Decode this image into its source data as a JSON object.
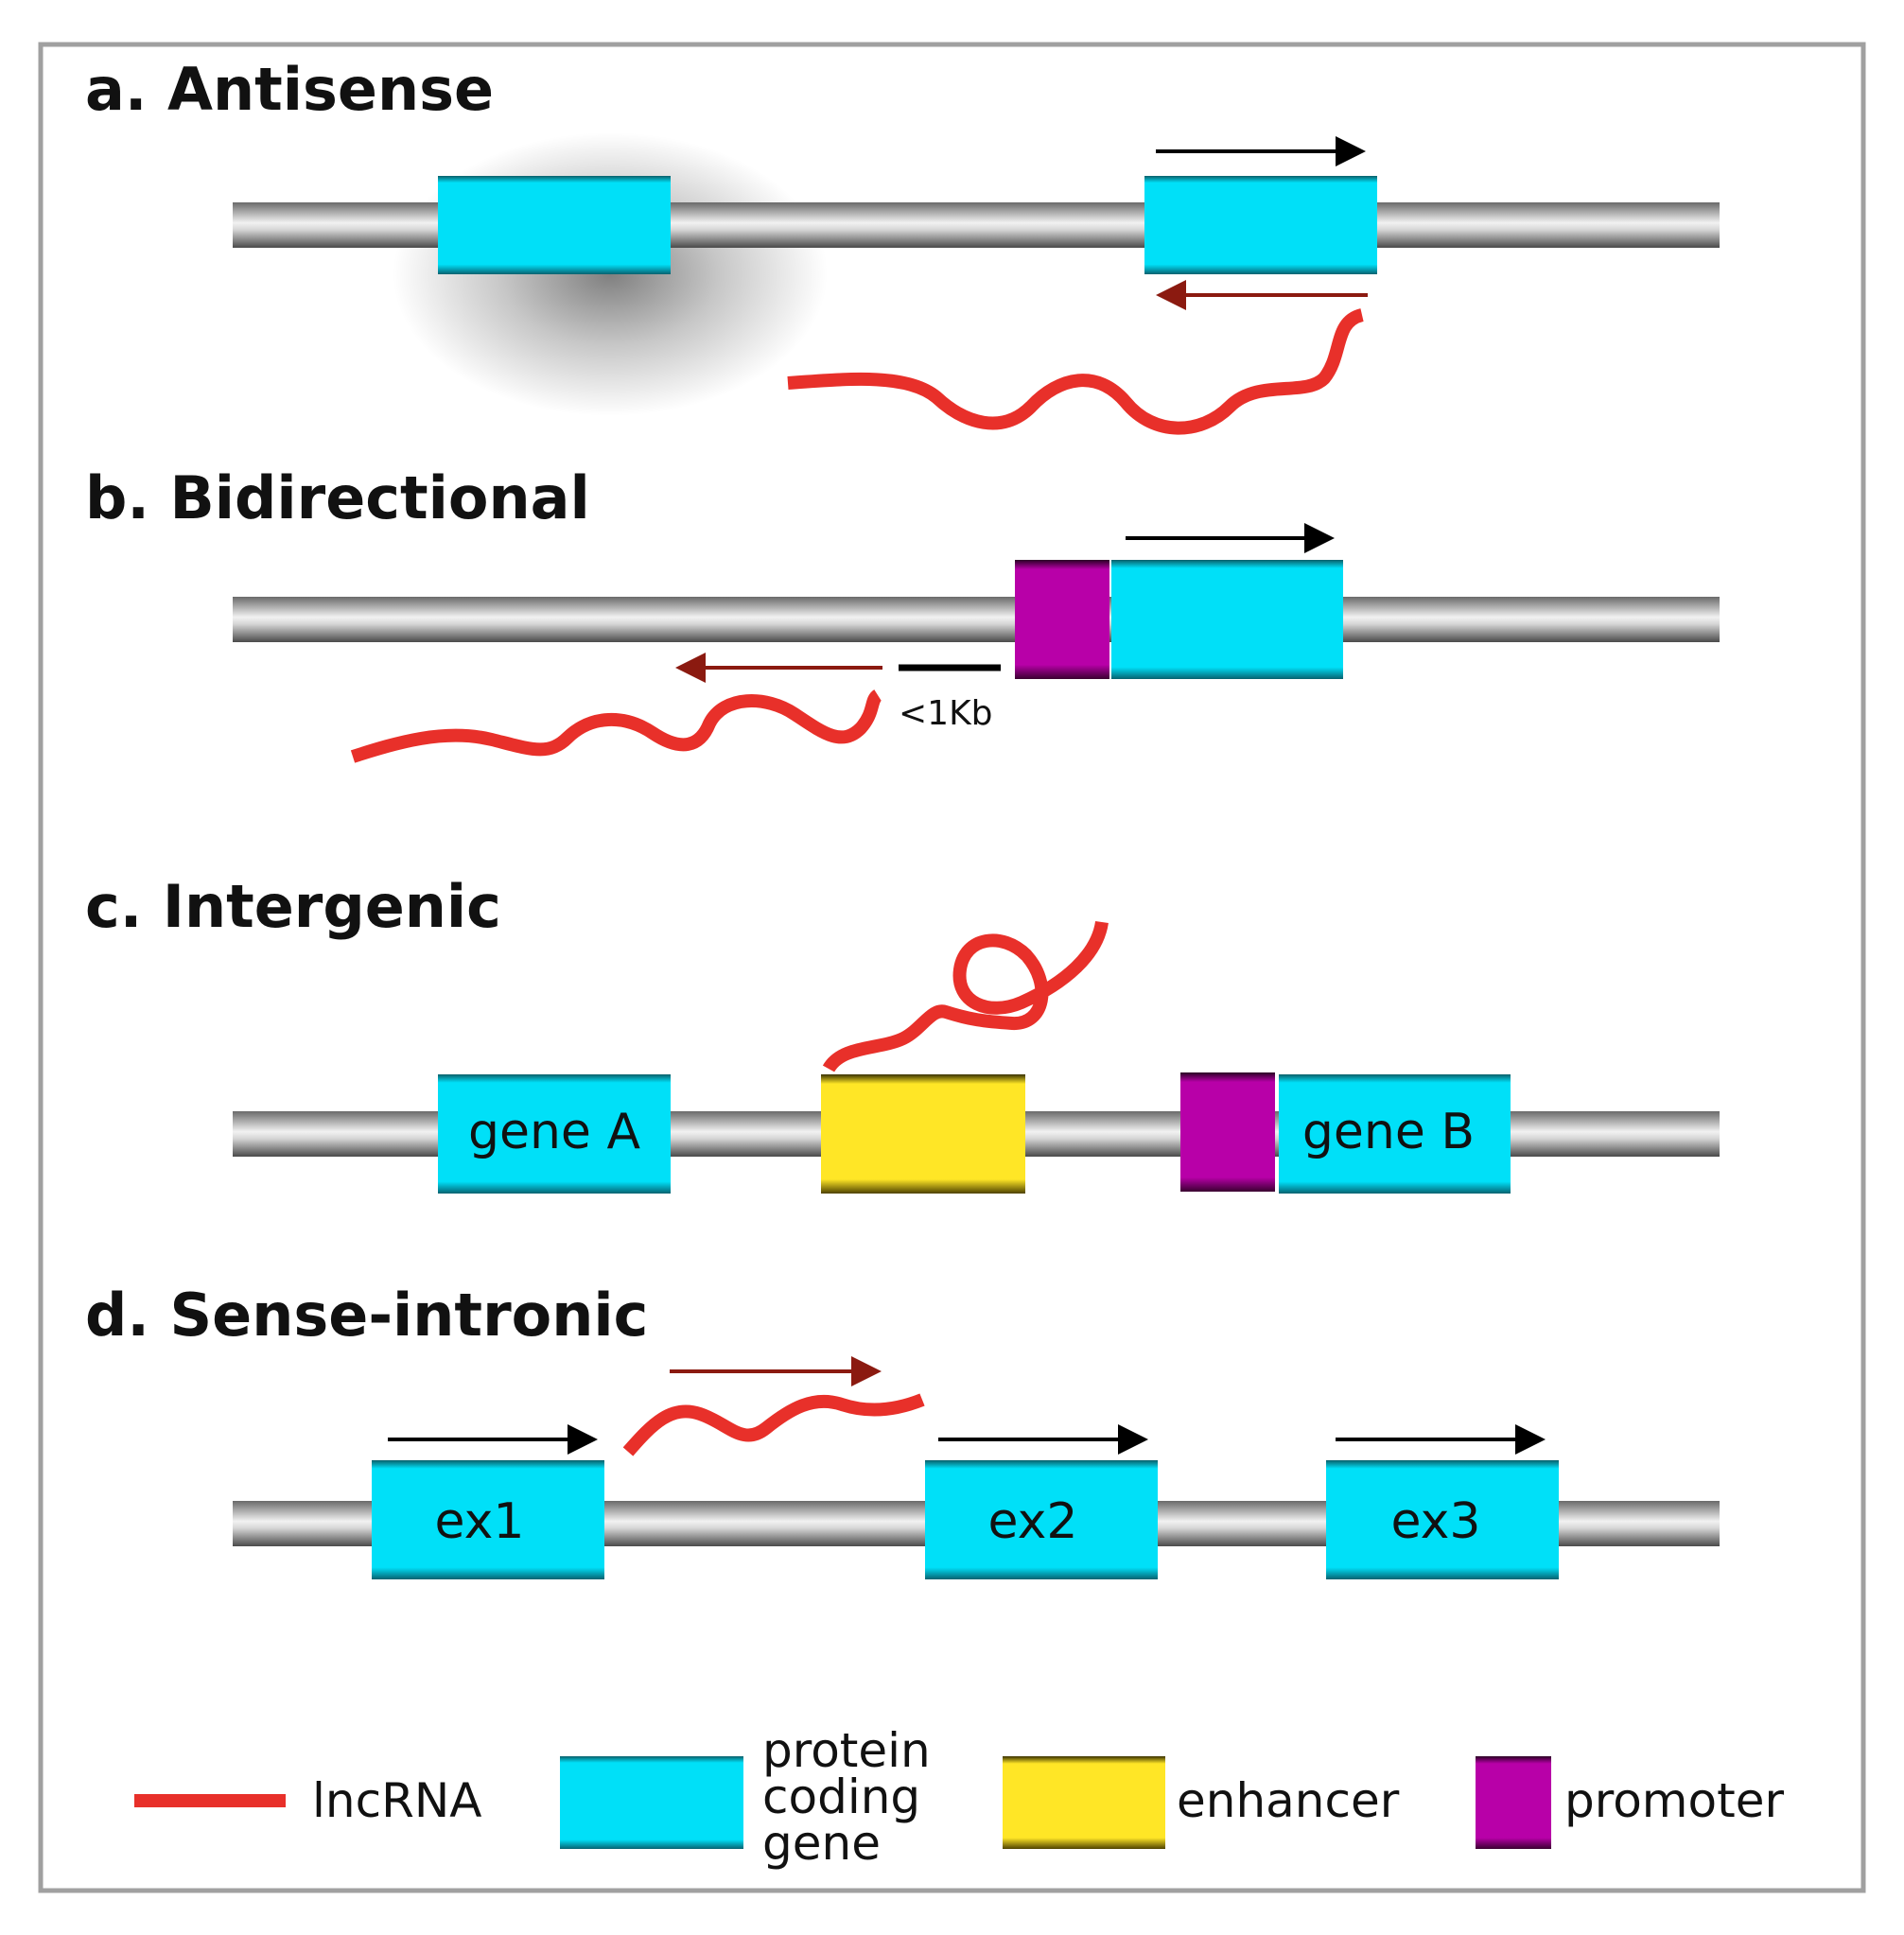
{
  "panels": {
    "a": {
      "title": "a. Antisense"
    },
    "b": {
      "title": "b. Bidirectional",
      "distance_label": "<1Kb"
    },
    "c": {
      "title": "c. Intergenic",
      "gene_a": "gene A",
      "gene_b": "gene B"
    },
    "d": {
      "title": "d. Sense-intronic",
      "exon1": "ex1",
      "exon2": "ex2",
      "exon3": "ex3"
    }
  },
  "legend": {
    "lncrna": "lncRNA",
    "protein_coding_line1": "protein",
    "protein_coding_line2": "coding",
    "protein_coding_line3": "gene",
    "enhancer": "enhancer",
    "promoter": "promoter"
  },
  "colors": {
    "protein_coding": "#00e0f8",
    "enhancer": "#ffe626",
    "promoter": "#b800a8",
    "lncrna": "#e8302a",
    "antisense_arrow": "#8b1a10",
    "sense_arrow": "#000000",
    "chromosome": "#a8a8a8",
    "frame": "#a0a0a0"
  }
}
